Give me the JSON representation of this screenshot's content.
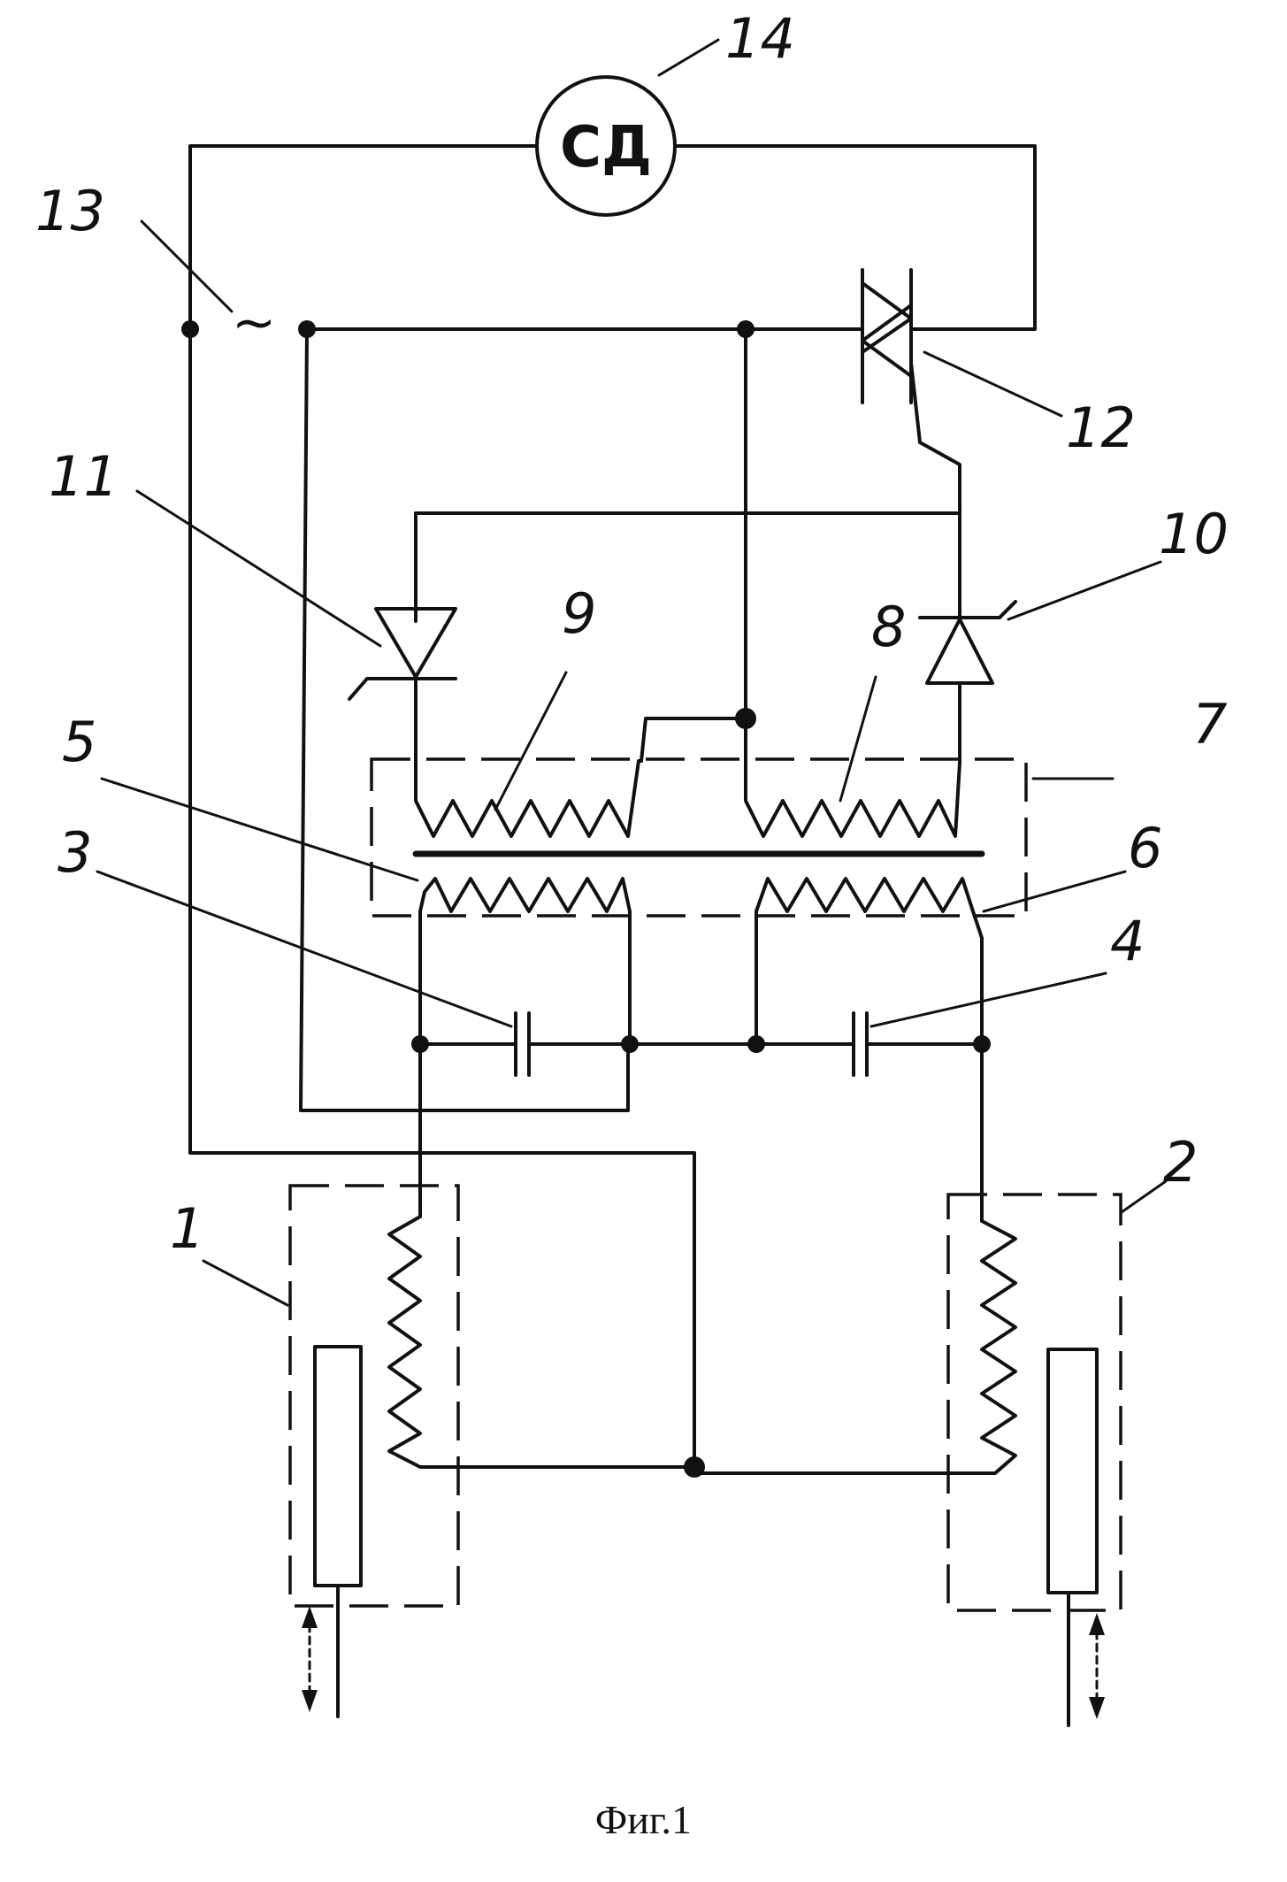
{
  "figure": {
    "caption": "Фиг.1",
    "motor_symbol": "СД",
    "ac_symbol": "~",
    "labels": {
      "l1": "1",
      "l2": "2",
      "l3": "3",
      "l4": "4",
      "l5": "5",
      "l6": "6",
      "l7": "7",
      "l8": "8",
      "l9": "9",
      "l10": "10",
      "l11": "11",
      "l12": "12",
      "l13": "13",
      "l14": "14"
    }
  }
}
